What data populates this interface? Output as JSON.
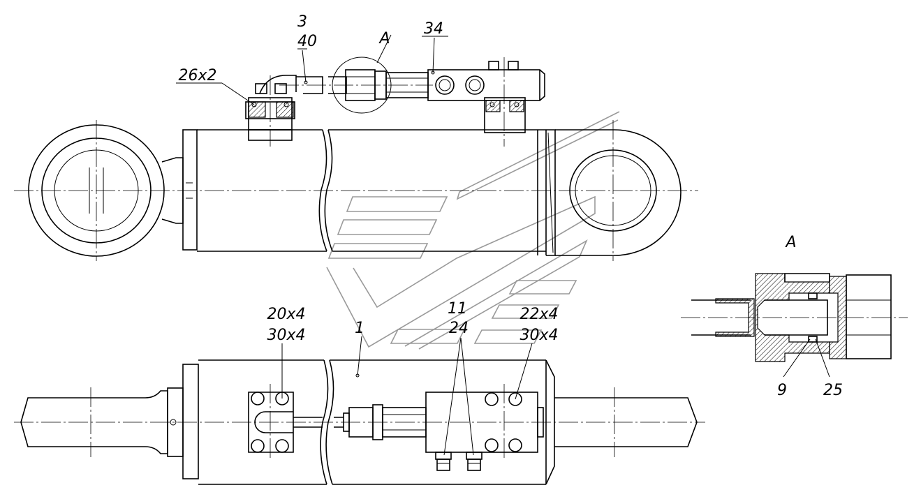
{
  "callouts": {
    "c3": "3",
    "c40": "40",
    "detailA": "A",
    "c34": "34",
    "c26x2": "26x2",
    "c20x4": "20x4",
    "c30x4_left": "30x4",
    "c1": "1",
    "c11": "11",
    "c24": "24",
    "c22x4": "22x4",
    "c30x4_right": "30x4",
    "detailA_title": "A",
    "c9": "9",
    "c25": "25"
  }
}
